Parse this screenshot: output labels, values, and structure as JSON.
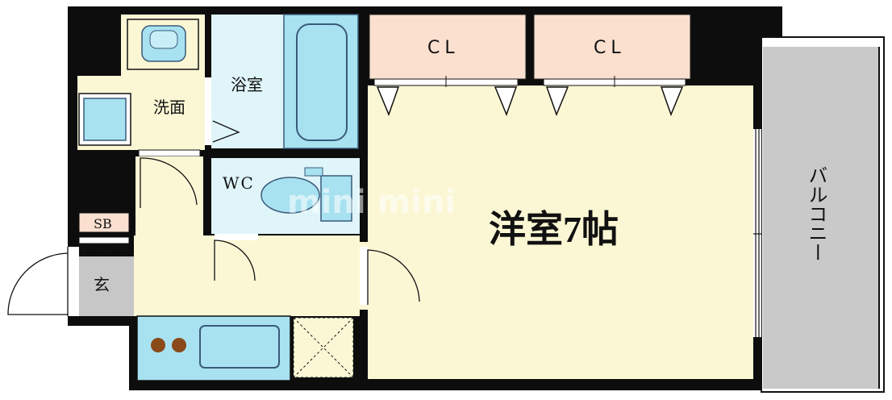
{
  "rooms": {
    "western_room": "洋室7帖",
    "closet_left": "CL",
    "closet_right": "CL",
    "bathroom": "浴室",
    "washroom": "洗面",
    "toilet": "WC",
    "shoe_box": "SB",
    "entrance": "玄",
    "balcony": "バルコニー"
  },
  "watermark": "mini mini",
  "colors": {
    "wall": "#0d0d0d",
    "floor": "#fbf7d4",
    "closet": "#fbe0cf",
    "wet_area": "#dff5fa",
    "fixture": "#a8e2f0",
    "balcony": "#c9c9c9",
    "entrance": "#c7c7c7",
    "fixture_line": "#3a5a7a"
  }
}
